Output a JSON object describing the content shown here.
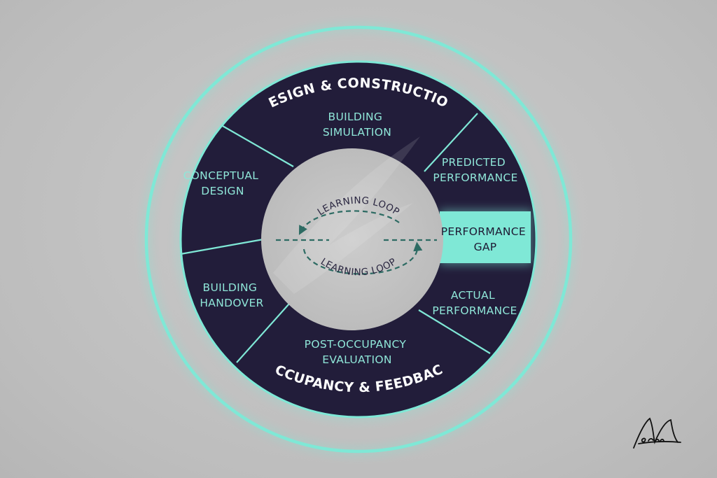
{
  "titles": {
    "top": "DESIGN & CONSTRUCTION",
    "bottom": "OCCUPANCY & FEEDBACK"
  },
  "segments": {
    "building_simulation": [
      "BUILDING",
      "SIMULATION"
    ],
    "conceptual_design": [
      "CONCEPTUAL",
      "DESIGN"
    ],
    "predicted_performance": [
      "PREDICTED",
      "PERFORMANCE"
    ],
    "performance_gap": [
      "PERFORMANCE",
      "GAP"
    ],
    "actual_performance": [
      "ACTUAL",
      "PERFORMANCE"
    ],
    "building_handover": [
      "BUILDING",
      "HANDOVER"
    ],
    "post_occupancy_evaluation": [
      "POST-OCCUPANCY",
      "EVALUATION"
    ]
  },
  "center": {
    "loop_top": "LEARNING LOOP",
    "loop_bottom": "LEARNING LOOP"
  },
  "colors": {
    "background": "#c3c3c3",
    "ring_dark": "#221d3a",
    "accent_teal": "#7fe8d6",
    "label_teal": "#8fe6d8",
    "center_gray": "#c4c4c4",
    "dashed_arrow": "#2d6b63"
  }
}
